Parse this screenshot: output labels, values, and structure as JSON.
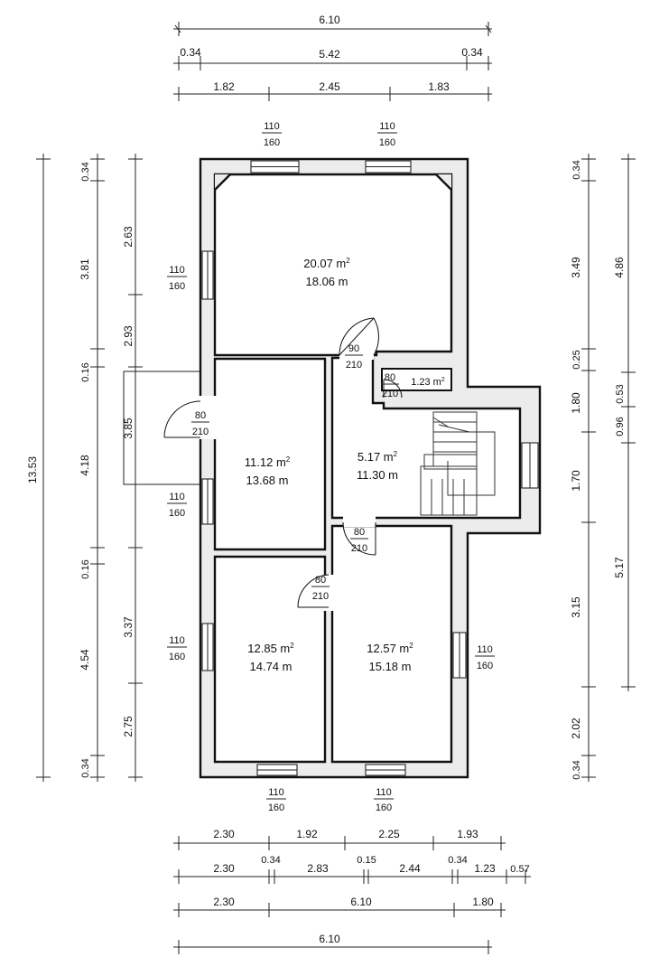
{
  "dims_top": {
    "r1": [
      "6.10"
    ],
    "r2": [
      "0.34",
      "5.42",
      "0.34"
    ],
    "r3": [
      "1.82",
      "2.45",
      "1.83"
    ]
  },
  "dims_bottom": {
    "r1": [
      "2.30",
      "1.92",
      "2.25",
      "1.93"
    ],
    "r2": [
      "2.30",
      "0.34",
      "2.83",
      "0.15",
      "2.44",
      "0.34",
      "1.23",
      "0.57"
    ],
    "r3": [
      "2.30",
      "6.10",
      "1.80"
    ],
    "r4": [
      "6.10"
    ]
  },
  "dims_left": {
    "total": "13.53",
    "col2": [
      "0.34",
      "3.81",
      "0.16",
      "4.18",
      "0.16",
      "4.54",
      "0.34"
    ],
    "col3": [
      "2.63",
      "2.93",
      "3.85",
      "3.37",
      "2.75"
    ]
  },
  "dims_right": {
    "col1": [
      "0.34",
      "3.49",
      "0.25",
      "1.80",
      "1.70",
      "3.15",
      "2.02",
      "0.34"
    ],
    "col2": [
      "4.86",
      "0.53",
      "0.96",
      "5.17"
    ]
  },
  "rooms": [
    {
      "area": "20.07 m",
      "perimeter": "18.06 m"
    },
    {
      "area": "11.12 m",
      "perimeter": "13.68 m"
    },
    {
      "area": "5.17 m",
      "perimeter": "11.30 m"
    },
    {
      "area": "12.85 m",
      "perimeter": "14.74 m"
    },
    {
      "area": "12.57 m",
      "perimeter": "15.18 m"
    },
    {
      "area": "1.23 m"
    }
  ],
  "sup2": "2",
  "windows": {
    "w": "110",
    "h": "160"
  },
  "doors": {
    "d90": {
      "w": "90",
      "h": "210"
    },
    "d80": {
      "w": "80",
      "h": "210"
    }
  }
}
